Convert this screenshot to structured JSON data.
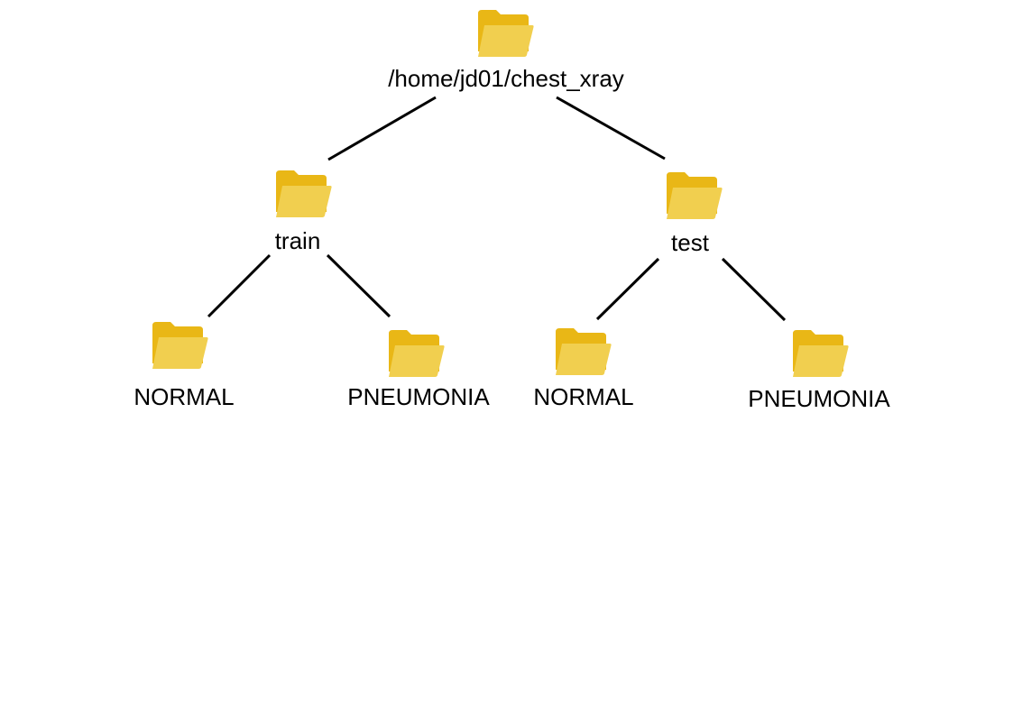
{
  "tree": {
    "root": {
      "label": "/home/jd01/chest_xray",
      "icon": "folder-icon"
    },
    "train": {
      "label": "train",
      "icon": "folder-icon",
      "children": [
        {
          "label": "NORMAL",
          "icon": "folder-icon"
        },
        {
          "label": "PNEUMONIA",
          "icon": "folder-icon"
        }
      ]
    },
    "test": {
      "label": "test",
      "icon": "folder-icon",
      "children": [
        {
          "label": "NORMAL",
          "icon": "folder-icon"
        },
        {
          "label": "PNEUMONIA",
          "icon": "folder-icon"
        }
      ]
    }
  },
  "colors": {
    "folder_back": "#E9B716",
    "folder_front": "#F1CF4F",
    "line": "#000000",
    "text": "#000000"
  }
}
